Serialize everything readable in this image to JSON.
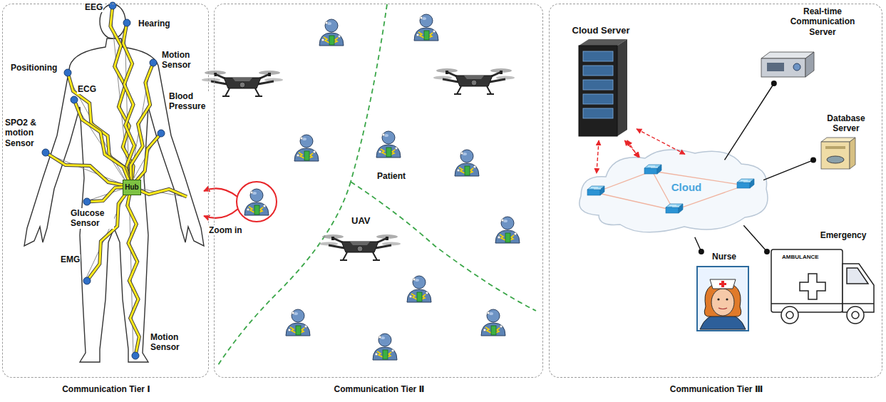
{
  "diagram": {
    "nodes": [
      {
        "text": [
          "Communication Tier Ⅰ"
        ]
      },
      {
        "text": [
          "Communication Tier Ⅱ"
        ]
      },
      {
        "text": [
          "Communication Tier Ⅲ"
        ]
      },
      {
        "text": [
          "Hub"
        ],
        "in": 0
      },
      {
        "text": [
          "Cloud Server"
        ],
        "in": 2
      },
      {
        "text": [
          "Cloud"
        ],
        "in": 2
      },
      {
        "text": [
          "Real-time Communication Server"
        ],
        "in": 2
      },
      {
        "text": [
          "Database Server"
        ],
        "in": 2
      },
      {
        "text": [
          "Emergency"
        ],
        "in": 2
      },
      {
        "text": [
          "Nurse"
        ],
        "in": 2
      }
    ],
    "edges": [
      {
        "from": 4,
        "to": 5,
        "arrow": "both"
      },
      {
        "from": 4,
        "to": 5,
        "arrow": "both"
      },
      {
        "from": 4,
        "to": 5,
        "arrow": "both"
      },
      {
        "from": 4,
        "to": 5,
        "arrow": "both"
      },
      {
        "from": 5,
        "to": 6,
        "arrow": "none"
      },
      {
        "from": 5,
        "to": 7,
        "arrow": "none"
      },
      {
        "from": 5,
        "to": 8,
        "arrow": "none"
      },
      {
        "from": 5,
        "to": 9,
        "arrow": "none"
      }
    ],
    "labels": [
      "EEG",
      "Hearing",
      "Motion Sensor",
      "Positioning",
      "ECG",
      "Blood Pressure",
      "SPO2 & motion Sensor",
      "Glucose Sensor",
      "EMG",
      "Motion Sensor",
      "Zoom in",
      "Patient",
      "UAV",
      "AMBULANCE"
    ]
  }
}
